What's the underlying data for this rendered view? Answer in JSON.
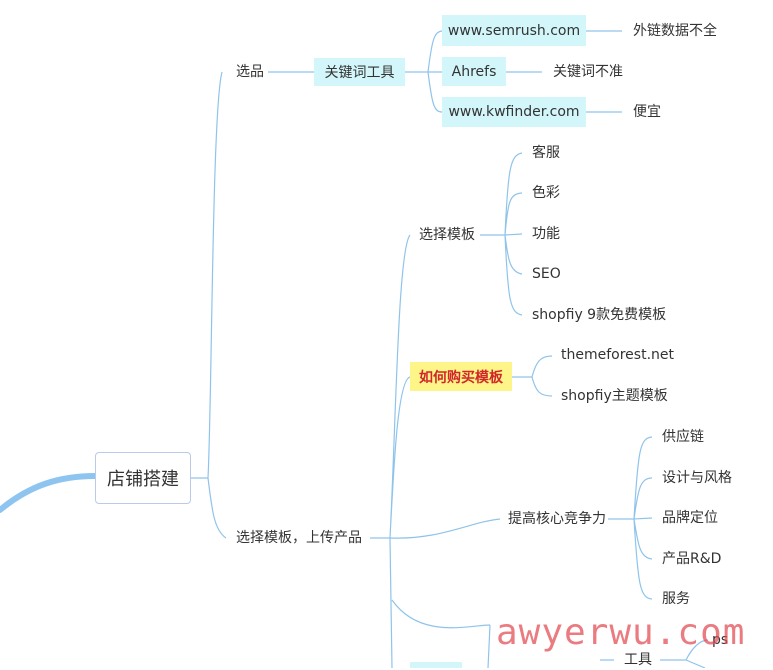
{
  "root": {
    "label": "店铺搭建"
  },
  "branches": {
    "xuanpin": {
      "label": "选品",
      "tool": "关键词工具",
      "sites": [
        {
          "name": "www.semrush.com",
          "note": "外链数据不全"
        },
        {
          "name": "Ahrefs",
          "note": "关键词不准"
        },
        {
          "name": "www.kwfinder.com",
          "note": "便宜"
        }
      ]
    },
    "upload": {
      "label": "选择模板，上传产品",
      "template": {
        "label": "选择模板",
        "items": [
          "客服",
          "色彩",
          "功能",
          "SEO",
          "shopfiy 9款免费模板"
        ]
      },
      "buy": {
        "label": "如何购买模板",
        "items": [
          "themeforest.net",
          "shopfiy主题模板"
        ]
      },
      "core": {
        "label": "提高核心竞争力",
        "items": [
          "供应链",
          "设计与风格",
          "品牌定位",
          "产品R&D",
          "服务"
        ]
      },
      "tools": {
        "label": "工具",
        "items": [
          "ps"
        ]
      }
    }
  },
  "watermark": "awyerwu.com",
  "colors": {
    "line": "#8fc4ea",
    "cyan": "#d2f6fa",
    "yellow": "#fdf588",
    "highlight_text": "#d1272a"
  }
}
